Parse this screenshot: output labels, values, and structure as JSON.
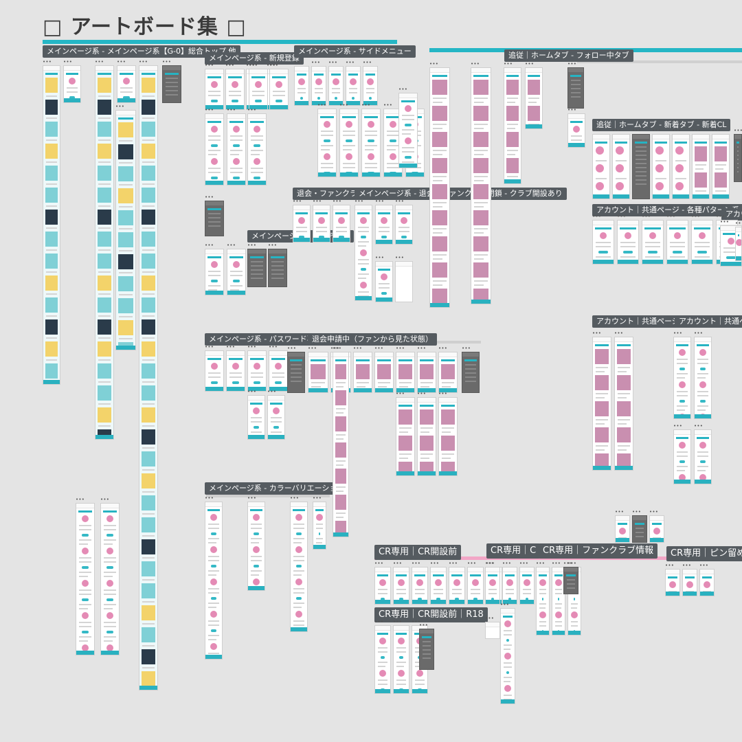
{
  "board": {
    "title": "□ アートボード集 □",
    "group_labels": [
      "メインページ系 - メインページ系【G-0】総合トップ 他",
      "メインページ系 - 新規登録",
      "メインページ系 - サイドメニュー",
      "追従｜ホームタブ - フォロー中タブ",
      "追従｜ホームタブ - 新着タブ - 新着CL",
      "アカウント｜共通ページ - 各種パターン系",
      "アカウ",
      "退会・ファンクラブ",
      "メインページ系 - 退会・ファンクラブ閉鎖 - クラブ開設あり",
      "メインページ系 - ログアウト",
      "アカウント｜共通ページ -",
      "アカウント｜共通ペー",
      "メインページ系 - パスワード再発行",
      "退会申請中（ファンから見た状態）",
      "メインページ系 - カラーバリエーション",
      "CR専用｜CR開設前",
      "CR専用｜C",
      "CR専用｜ファンクラブ情報",
      "CR専用｜ピン留め",
      "CR専用｜CR開設前｜R18"
    ],
    "frame_caption": "メインページ系",
    "accent_colors": {
      "teal": "#1fb3c3",
      "pink": "#f2a6c6",
      "label_bg": "#555b60",
      "canvas": "#e4e4e4"
    }
  }
}
